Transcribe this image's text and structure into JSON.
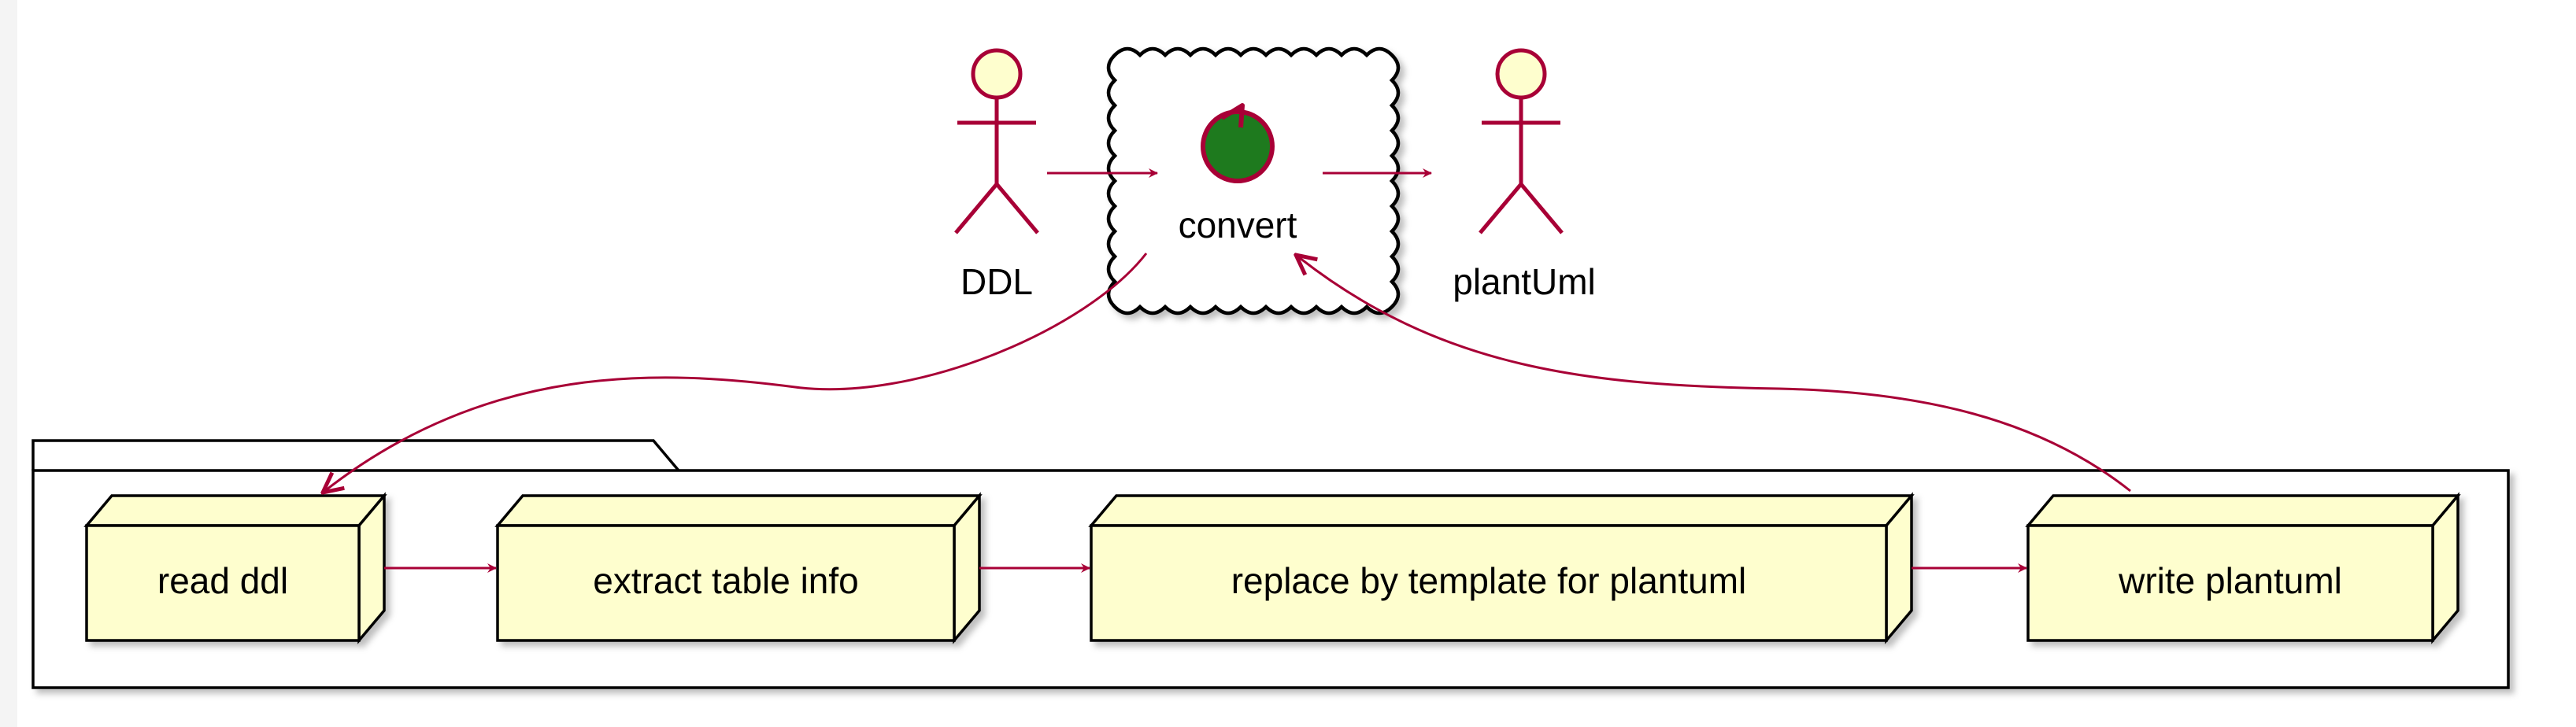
{
  "actors": {
    "source": {
      "label": "DDL"
    },
    "target": {
      "label": "plantUml"
    }
  },
  "control": {
    "label": "convert"
  },
  "package": {
    "label": ""
  },
  "steps": [
    {
      "label": "read ddl"
    },
    {
      "label": "extract table info"
    },
    {
      "label": "replace by template for plantuml"
    },
    {
      "label": "write plantuml"
    }
  ],
  "colors": {
    "arrow": "#a80036",
    "node_fill": "#fefece",
    "actor_fill": "#fefece",
    "control_fill": "#1e7a1e",
    "outline": "#000000"
  },
  "icons": {
    "actor": "stick-figure-icon",
    "control": "control-circle-icon"
  }
}
